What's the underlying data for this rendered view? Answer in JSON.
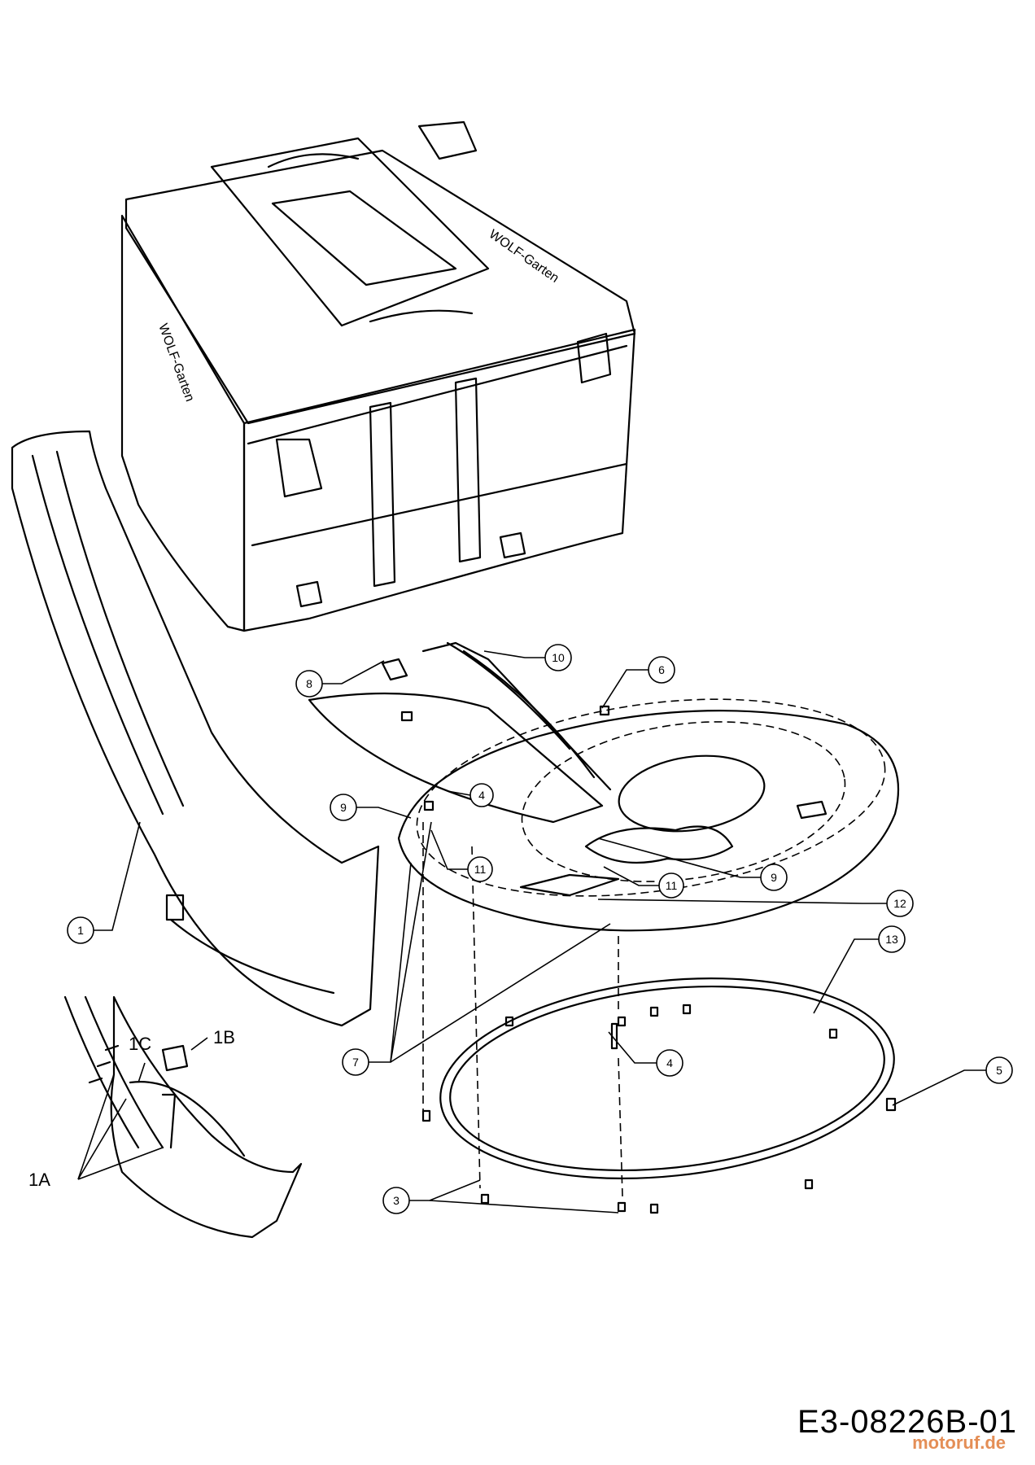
{
  "callouts": [
    {
      "id": "c1",
      "label": "1"
    },
    {
      "id": "c3",
      "label": "3"
    },
    {
      "id": "c4a",
      "label": "4"
    },
    {
      "id": "c4b",
      "label": "4"
    },
    {
      "id": "c5",
      "label": "5"
    },
    {
      "id": "c6",
      "label": "6"
    },
    {
      "id": "c7",
      "label": "7"
    },
    {
      "id": "c8",
      "label": "8"
    },
    {
      "id": "c9a",
      "label": "9"
    },
    {
      "id": "c9b",
      "label": "9"
    },
    {
      "id": "c10",
      "label": "10"
    },
    {
      "id": "c11a",
      "label": "11"
    },
    {
      "id": "c11b",
      "label": "11"
    },
    {
      "id": "c12",
      "label": "12"
    },
    {
      "id": "c13",
      "label": "13"
    }
  ],
  "tags": {
    "t1a": "1A",
    "t1b": "1B",
    "t1c": "1C"
  },
  "brand_text": "WOLF-Garten",
  "doc_code": "E3-08226B-01",
  "watermark": "motoruf.de"
}
